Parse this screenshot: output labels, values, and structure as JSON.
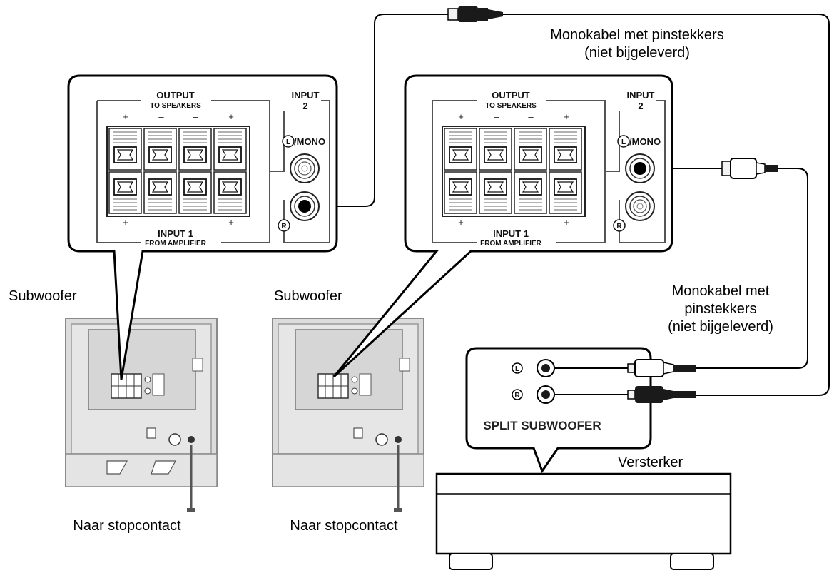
{
  "labels": {
    "cable_top_line1": "Monokabel met pinstekkers",
    "cable_top_line2": "(niet bijgeleverd)",
    "cable_right_line1": "Monokabel met",
    "cable_right_line2": "pinstekkers",
    "cable_right_line3": "(niet bijgeleverd)",
    "subwoofer_left": "Subwoofer",
    "subwoofer_right": "Subwoofer",
    "outlet_left": "Naar stopcontact",
    "outlet_right": "Naar stopcontact",
    "amplifier": "Versterker",
    "split_subwoofer": "SPLIT SUBWOOFER"
  },
  "panel": {
    "output_title": "OUTPUT",
    "output_sub": "TO SPEAKERS",
    "input1_title": "INPUT 1",
    "input1_sub": "FROM AMPLIFIER",
    "input2_title": "INPUT",
    "input2_num": "2",
    "jack_l_letter": "L",
    "jack_l_suffix": "/MONO",
    "jack_r_letter": "R",
    "sign_plus": "+",
    "sign_minus": "–"
  },
  "amp_jacks": {
    "left_letter": "L",
    "right_letter": "R"
  },
  "colors": {
    "line": "#000000",
    "panel_border": "#111111",
    "subwoofer_body": "#dcdcdc",
    "subwoofer_edge": "#8a8a8a",
    "plug_dark": "#1a1a1a",
    "plug_light": "#f2f2f2"
  }
}
